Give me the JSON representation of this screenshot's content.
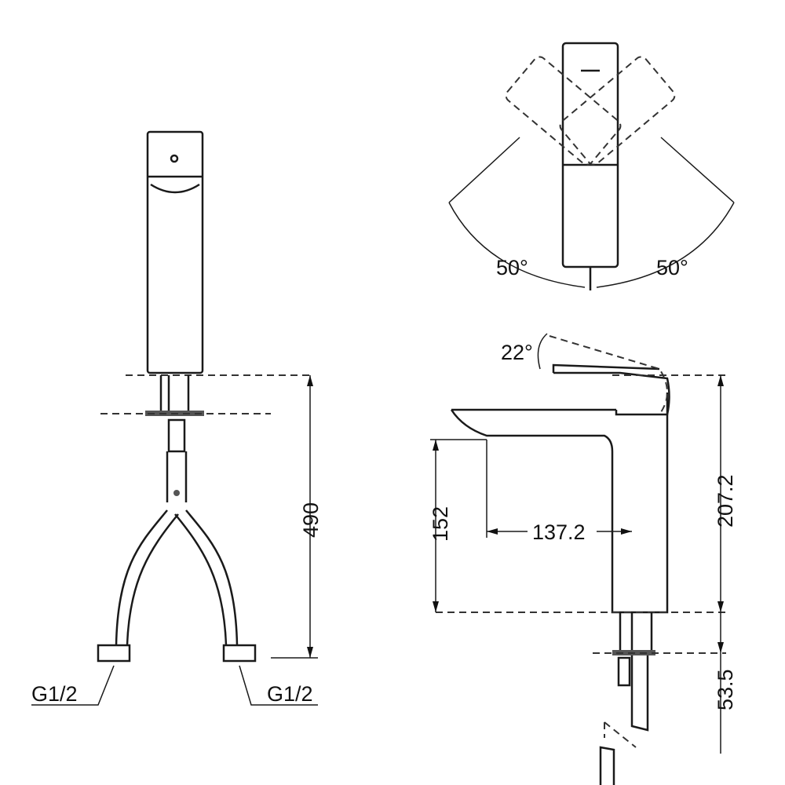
{
  "front_view": {
    "height_label": "490",
    "left_thread_label": "G1/2",
    "right_thread_label": "G1/2"
  },
  "top_view": {
    "left_angle_label": "50°",
    "right_angle_label": "50°"
  },
  "side_view": {
    "tilt_angle_label": "22°",
    "spout_height_label": "152",
    "spout_reach_label": "137.2",
    "total_height_label": "207.2",
    "lower_label": "53.5"
  }
}
